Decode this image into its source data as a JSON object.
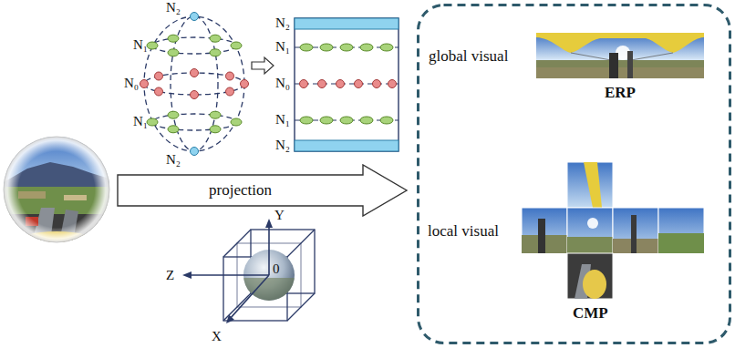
{
  "diagram": {
    "nodes": [
      {
        "text": [
          "projection"
        ]
      },
      {
        "text": [
          "global visual",
          "local visual"
        ]
      },
      {
        "text": [
          "ERP"
        ],
        "in": 1
      },
      {
        "text": [
          "CMP"
        ],
        "in": 1
      }
    ],
    "labels": [
      "N₂",
      "N₁",
      "N₀",
      "N₁",
      "N₂",
      "N₂",
      "N₁",
      "N₀",
      "N₁",
      "N₂",
      "Y",
      "Z",
      "0",
      "X"
    ]
  }
}
